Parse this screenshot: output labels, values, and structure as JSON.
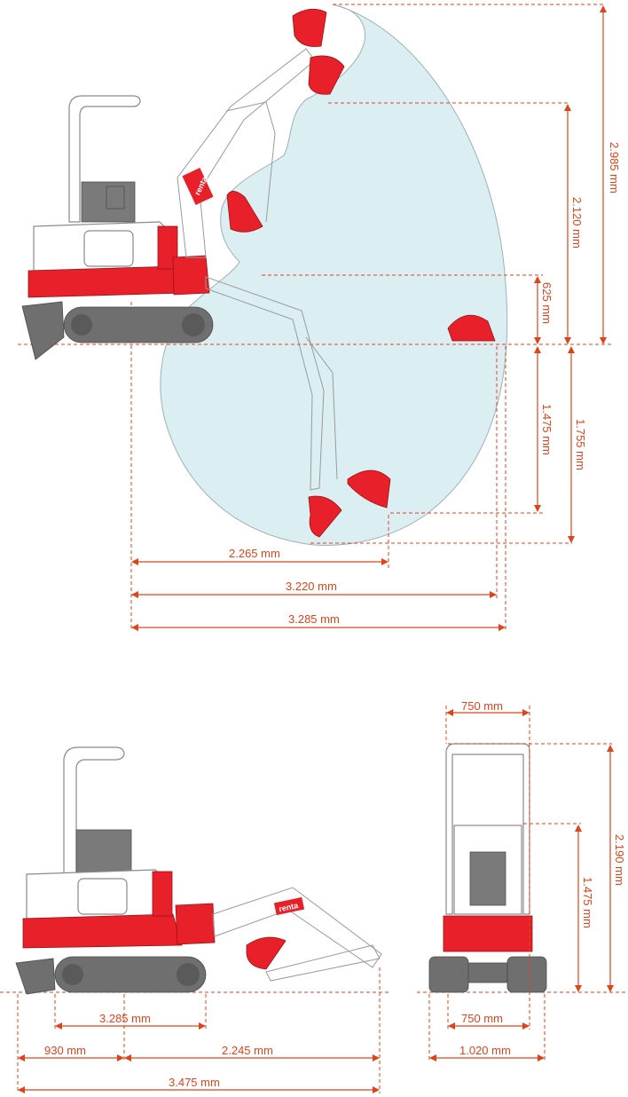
{
  "colors": {
    "accent": "#e0431a",
    "machine_red": "#e8202a",
    "envelope": "#dbeef2",
    "outline": "#8a8a8a"
  },
  "brand": "renta",
  "side_reach": {
    "dimensions": {
      "max_dig_height": "2.985 mm",
      "max_dump_height": "2.120 mm",
      "dump_at_ground": "625 mm",
      "vertical_wall_depth": "1.475 mm",
      "max_dig_depth": "1.755 mm",
      "reach_at_depth": "2.265 mm",
      "reach_at_ground": "3.220 mm",
      "max_reach": "3.285 mm"
    }
  },
  "side_transport": {
    "dimensions": {
      "track_length": "3.285 mm",
      "blade_front": "930 mm",
      "arm_overhang": "2.245 mm",
      "overall_length": "3.475 mm"
    }
  },
  "front_view": {
    "dimensions": {
      "canopy_width": "750 mm",
      "overall_height": "2.190 mm",
      "seat_height": "1.475 mm",
      "track_gauge": "750 mm",
      "overall_width": "1.020 mm"
    }
  }
}
